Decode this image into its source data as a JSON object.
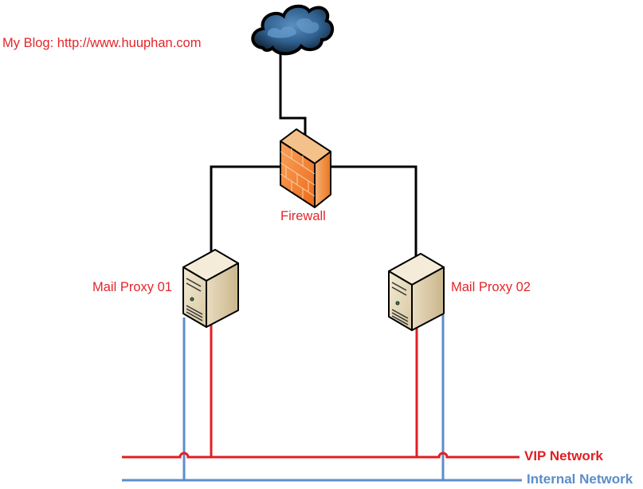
{
  "labels": {
    "blog": "My Blog: http://www.huuphan.com",
    "firewall": "Firewall",
    "mail_proxy_01": "Mail Proxy 01",
    "mail_proxy_02": "Mail Proxy 02",
    "vip_network": "VIP Network",
    "internal_network": "Internal Network"
  },
  "nodes": [
    {
      "id": "internet",
      "icon": "cloud-icon"
    },
    {
      "id": "firewall",
      "icon": "firewall-icon"
    },
    {
      "id": "mail-proxy-01",
      "icon": "server-icon"
    },
    {
      "id": "mail-proxy-02",
      "icon": "server-icon"
    }
  ],
  "links": [
    {
      "from": "internet",
      "to": "firewall",
      "type": "uplink"
    },
    {
      "from": "firewall",
      "to": "mail-proxy-01",
      "type": "uplink"
    },
    {
      "from": "firewall",
      "to": "mail-proxy-02",
      "type": "uplink"
    },
    {
      "from": "mail-proxy-01",
      "to": "vip-network",
      "type": "vip"
    },
    {
      "from": "mail-proxy-01",
      "to": "internal-network",
      "type": "internal"
    },
    {
      "from": "mail-proxy-02",
      "to": "vip-network",
      "type": "vip"
    },
    {
      "from": "mail-proxy-02",
      "to": "internal-network",
      "type": "internal"
    }
  ],
  "colors": {
    "uplink": "#000000",
    "vip": "#e01f25",
    "internal": "#5c8dc8",
    "label": "#e3262b",
    "firewall": "#f07a2a",
    "cloud": "#3a6e9e",
    "server": "#e8dcc0"
  }
}
